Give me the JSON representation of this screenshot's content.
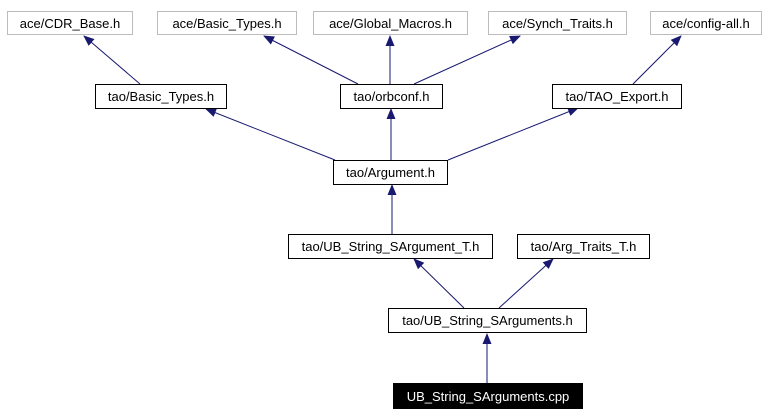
{
  "diagram": {
    "kind": "doxygen-include-dependency-graph",
    "arrow_color": "#191970",
    "external_border_color": "#bcbcbc",
    "internal_border_color": "#000000",
    "current_node_bg": "#000000",
    "current_node_text": "#ffffff",
    "nodes": [
      {
        "id": "ace-cdr-base",
        "label": "ace/CDR_Base.h",
        "style": "external"
      },
      {
        "id": "ace-basic-types",
        "label": "ace/Basic_Types.h",
        "style": "external"
      },
      {
        "id": "ace-global-macros",
        "label": "ace/Global_Macros.h",
        "style": "external"
      },
      {
        "id": "ace-synch-traits",
        "label": "ace/Synch_Traits.h",
        "style": "external"
      },
      {
        "id": "ace-config-all",
        "label": "ace/config-all.h",
        "style": "external"
      },
      {
        "id": "tao-basic-types",
        "label": "tao/Basic_Types.h",
        "style": "internal"
      },
      {
        "id": "tao-orbconf",
        "label": "tao/orbconf.h",
        "style": "internal"
      },
      {
        "id": "tao-tao-export",
        "label": "tao/TAO_Export.h",
        "style": "internal"
      },
      {
        "id": "tao-argument",
        "label": "tao/Argument.h",
        "style": "internal"
      },
      {
        "id": "tao-ub-string-sargument-t",
        "label": "tao/UB_String_SArgument_T.h",
        "style": "internal"
      },
      {
        "id": "tao-arg-traits-t",
        "label": "tao/Arg_Traits_T.h",
        "style": "internal"
      },
      {
        "id": "tao-ub-string-sarguments",
        "label": "tao/UB_String_SArguments.h",
        "style": "internal"
      },
      {
        "id": "ub-string-sarguments-cpp",
        "label": "UB_String_SArguments.cpp",
        "style": "current"
      }
    ],
    "edges": [
      {
        "from": "tao/Basic_Types.h",
        "to": "ace/CDR_Base.h"
      },
      {
        "from": "tao/orbconf.h",
        "to": "ace/Basic_Types.h"
      },
      {
        "from": "tao/orbconf.h",
        "to": "ace/Global_Macros.h"
      },
      {
        "from": "tao/orbconf.h",
        "to": "ace/Synch_Traits.h"
      },
      {
        "from": "tao/TAO_Export.h",
        "to": "ace/config-all.h"
      },
      {
        "from": "tao/Argument.h",
        "to": "tao/Basic_Types.h"
      },
      {
        "from": "tao/Argument.h",
        "to": "tao/orbconf.h"
      },
      {
        "from": "tao/Argument.h",
        "to": "tao/TAO_Export.h"
      },
      {
        "from": "tao/UB_String_SArgument_T.h",
        "to": "tao/Argument.h"
      },
      {
        "from": "tao/UB_String_SArguments.h",
        "to": "tao/UB_String_SArgument_T.h"
      },
      {
        "from": "tao/UB_String_SArguments.h",
        "to": "tao/Arg_Traits_T.h"
      },
      {
        "from": "UB_String_SArguments.cpp",
        "to": "tao/UB_String_SArguments.h"
      }
    ]
  }
}
